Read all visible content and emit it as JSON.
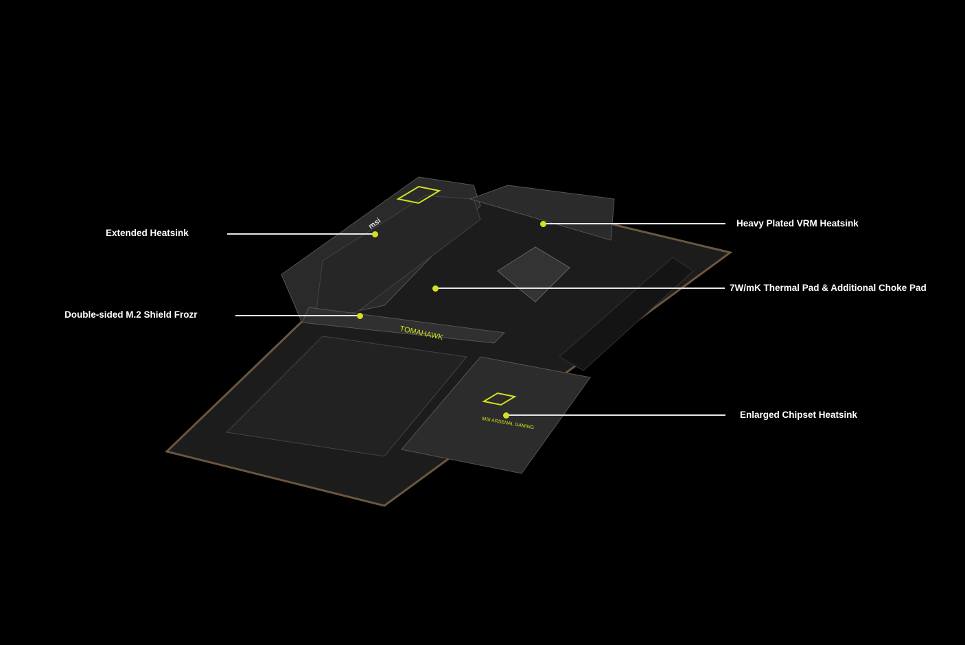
{
  "accent_color": "#d4e021",
  "callouts": [
    {
      "id": "extended-heatsink",
      "label": "Extended Heatsink"
    },
    {
      "id": "double-sided-m2",
      "label": "Double-sided M.2 Shield Frozr"
    },
    {
      "id": "vrm-heatsink",
      "label": "Heavy Plated VRM Heatsink"
    },
    {
      "id": "thermal-pad",
      "label": "7W/mK Thermal Pad & Additional Choke Pad"
    },
    {
      "id": "chipset-heatsink",
      "label": "Enlarged Chipset Heatsink"
    }
  ],
  "board": {
    "model_text": "TOMAHAWK",
    "brand_text": "msi",
    "chipset_text": "MSI ARSENAL GAMING"
  }
}
